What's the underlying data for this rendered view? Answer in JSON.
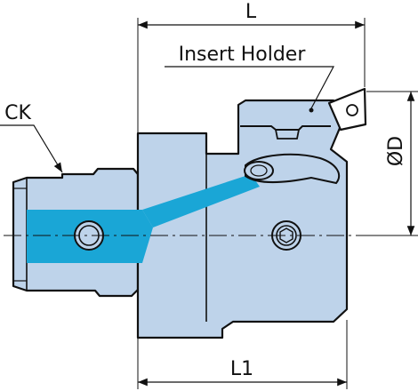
{
  "labels": {
    "L": "L",
    "insert_holder": "Insert Holder",
    "ck": "CK",
    "od": "ØD",
    "l1": "L1"
  },
  "colors": {
    "body_fill": "#bed3ea",
    "coolant_channel": "#1aa6d6",
    "outline": "#111111",
    "dimension_line": "#111111"
  }
}
